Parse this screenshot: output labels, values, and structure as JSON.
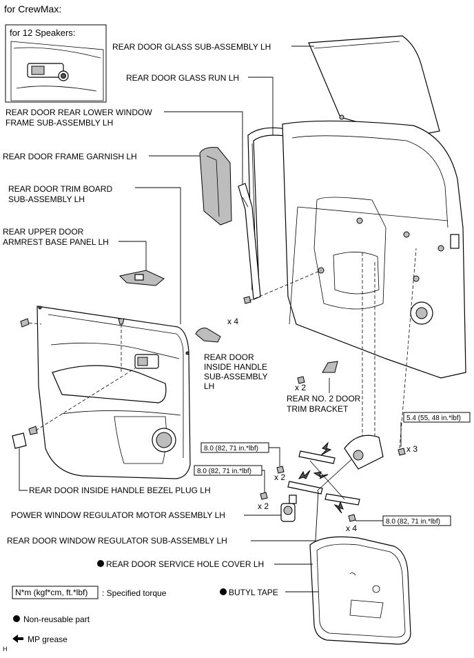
{
  "title": "for CrewMax:",
  "inset_label": "for 12 Speakers:",
  "labels": {
    "glass": "REAR DOOR GLASS SUB-ASSEMBLY LH",
    "glass_run": "REAR DOOR GLASS RUN LH",
    "lower_frame_1": "REAR DOOR REAR LOWER WINDOW",
    "lower_frame_2": "FRAME SUB-ASSEMBLY LH",
    "frame_garnish": "REAR DOOR FRAME GARNISH LH",
    "trim_board_1": "REAR DOOR TRIM BOARD",
    "trim_board_2": "SUB-ASSEMBLY LH",
    "armrest_1": "REAR UPPER DOOR",
    "armrest_2": "ARMREST BASE PANEL LH",
    "inside_handle_1": "REAR DOOR",
    "inside_handle_2": "INSIDE HANDLE",
    "inside_handle_3": "SUB-ASSEMBLY",
    "inside_handle_4": "LH",
    "trim_bracket_1": "REAR NO. 2 DOOR",
    "trim_bracket_2": "TRIM BRACKET",
    "bezel_plug": "REAR DOOR INSIDE HANDLE BEZEL PLUG LH",
    "motor": "POWER WINDOW REGULATOR MOTOR ASSEMBLY LH",
    "regulator": "REAR DOOR WINDOW REGULATOR SUB-ASSEMBLY LH",
    "service_cover": "REAR DOOR SERVICE HOLE COVER LH",
    "butyl_tape": "BUTYL TAPE"
  },
  "torque": {
    "t1": "5.4 (55, 48 in.*lbf)",
    "t2": "8.0 (82, 71 in.*lbf)",
    "t3": "8.0 (82, 71 in.*lbf)",
    "t4": "8.0 (82, 71 in.*lbf)"
  },
  "quantities": {
    "q_x4_a": "x 4",
    "q_x2_a": "x 2",
    "q_x3": "x 3",
    "q_x2_b": "x 2",
    "q_x2_c": "x 2",
    "q_x4_b": "x 4"
  },
  "legend": {
    "torque_box": "N*m (kgf*cm, ft.*lbf)",
    "torque_text": ": Specified torque",
    "nonreusable": "Non-reusable part",
    "mp_grease": "MP grease"
  },
  "footer_mark": "H"
}
